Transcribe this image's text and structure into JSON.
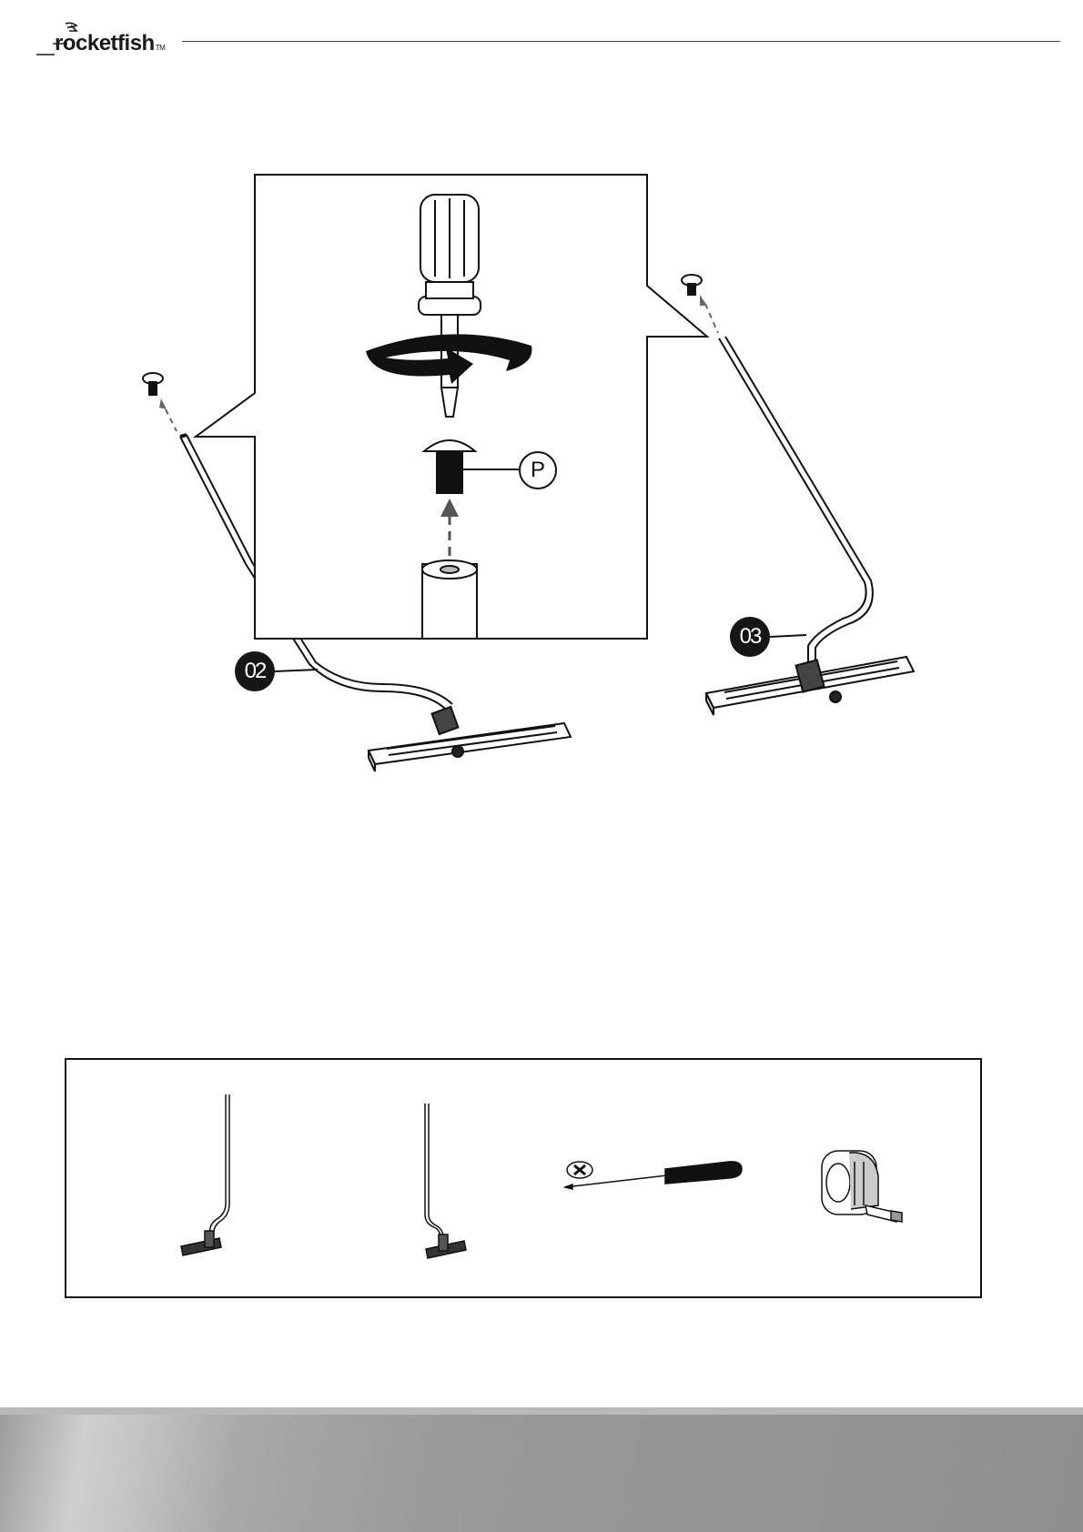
{
  "brand": {
    "name": "rocketfish",
    "tm": "TM"
  },
  "figure": {
    "callout_left": "02",
    "callout_right": "03",
    "part_label": "P"
  },
  "tools": {
    "items": [
      "speaker-stand-02",
      "speaker-stand-03",
      "phillips-screwdriver",
      "tape-measure"
    ]
  },
  "colors": {
    "ink": "#111111",
    "footer_gray": "#9a9a9a"
  }
}
